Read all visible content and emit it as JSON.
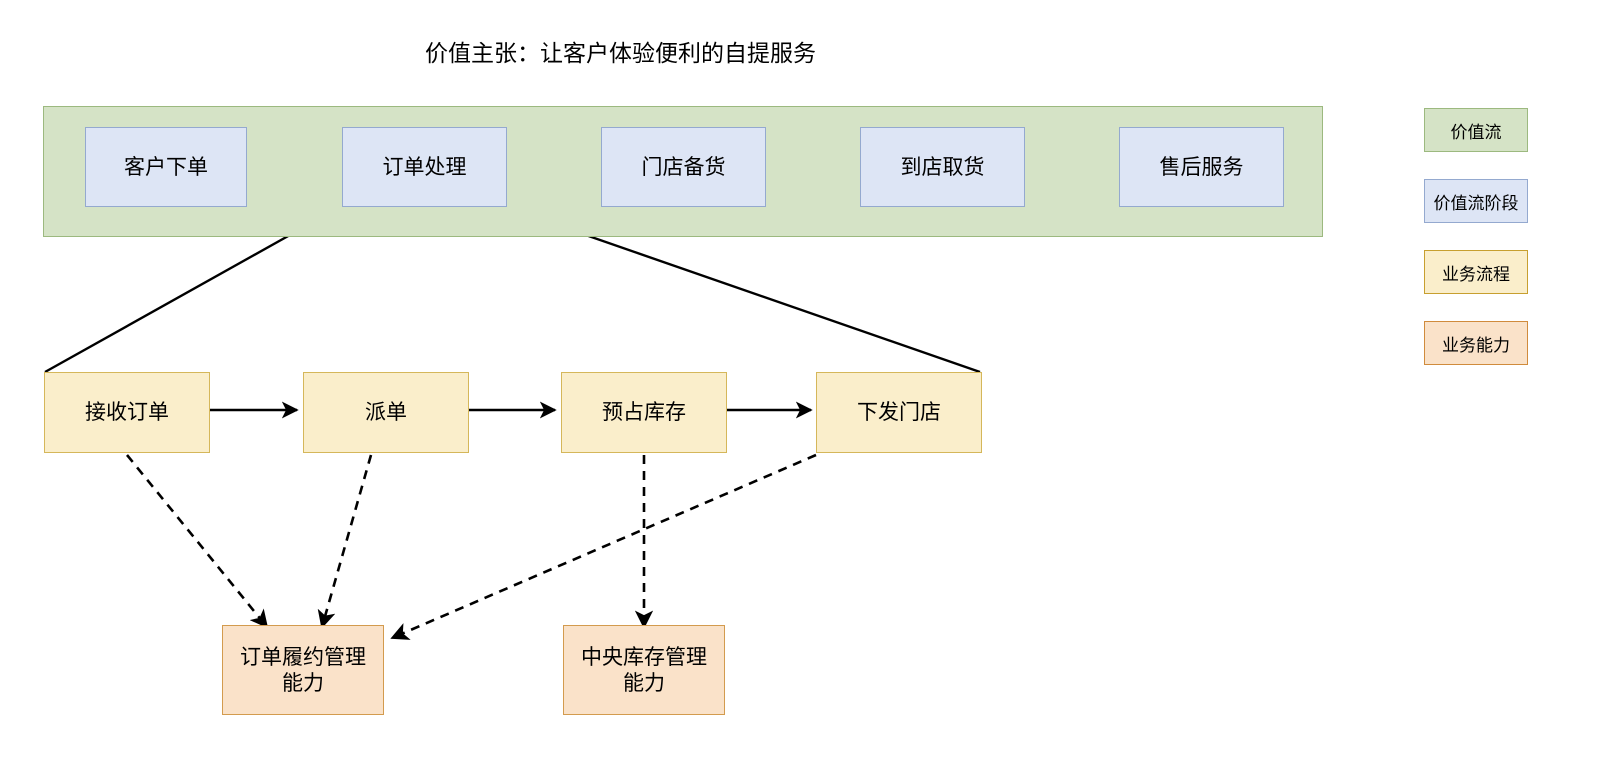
{
  "title": "价值主张：让客户体验便利的自提服务",
  "colors": {
    "value_stream_fill": "#d5e3c6",
    "value_stream_border": "#9cb97f",
    "stage_fill": "#dde5f5",
    "stage_border": "#94a9cf",
    "process_fill": "#faeecb",
    "process_border": "#d5b75a",
    "capability_fill": "#fae2c9",
    "capability_border": "#d39b4e",
    "edge": "#000000",
    "background": "#ffffff"
  },
  "value_stream": {
    "band_label": "",
    "stages": [
      {
        "id": "stage-customer-order",
        "label": "客户下单"
      },
      {
        "id": "stage-order-processing",
        "label": "订单处理"
      },
      {
        "id": "stage-store-stocking",
        "label": "门店备货"
      },
      {
        "id": "stage-store-pickup",
        "label": "到店取货"
      },
      {
        "id": "stage-after-sales",
        "label": "售后服务"
      }
    ]
  },
  "processes": [
    {
      "id": "process-receive-order",
      "label": "接收订单"
    },
    {
      "id": "process-dispatch",
      "label": "派单"
    },
    {
      "id": "process-reserve-inventory",
      "label": "预占库存"
    },
    {
      "id": "process-send-to-store",
      "label": "下发门店"
    }
  ],
  "capabilities": [
    {
      "id": "capability-order-fulfillment",
      "label": "订单履约管理\n能力"
    },
    {
      "id": "capability-central-inventory",
      "label": "中央库存管理\n能力"
    }
  ],
  "legend": [
    {
      "id": "legend-value-stream",
      "label": "价值流",
      "type": "value-stream"
    },
    {
      "id": "legend-value-stream-stage",
      "label": "价值流阶段",
      "type": "stage"
    },
    {
      "id": "legend-business-process",
      "label": "业务流程",
      "type": "process"
    },
    {
      "id": "legend-business-capability",
      "label": "业务能力",
      "type": "capability"
    }
  ],
  "edges": {
    "stage_flow": [
      {
        "from": "客户下单",
        "to": "订单处理",
        "style": "solid-arrow"
      },
      {
        "from": "订单处理",
        "to": "门店备货",
        "style": "solid-arrow"
      },
      {
        "from": "门店备货",
        "to": "到店取货",
        "style": "solid-arrow"
      },
      {
        "from": "到店取货",
        "to": "售后服务",
        "style": "solid-arrow"
      }
    ],
    "process_flow": [
      {
        "from": "接收订单",
        "to": "派单",
        "style": "solid-arrow"
      },
      {
        "from": "派单",
        "to": "预占库存",
        "style": "solid-arrow"
      },
      {
        "from": "预占库存",
        "to": "下发门店",
        "style": "solid-arrow"
      }
    ],
    "decomposition": [
      {
        "from": "订单处理",
        "to": "接收订单",
        "style": "solid-line"
      },
      {
        "from": "订单处理",
        "to": "下发门店",
        "style": "solid-line"
      }
    ],
    "capability_links": [
      {
        "from": "接收订单",
        "to": "订单履约管理能力",
        "style": "dashed-arrow"
      },
      {
        "from": "派单",
        "to": "订单履约管理能力",
        "style": "dashed-arrow"
      },
      {
        "from": "预占库存",
        "to": "中央库存管理能力",
        "style": "dashed-arrow"
      },
      {
        "from": "下发门店",
        "to": "订单履约管理能力",
        "style": "dashed-arrow"
      }
    ]
  }
}
